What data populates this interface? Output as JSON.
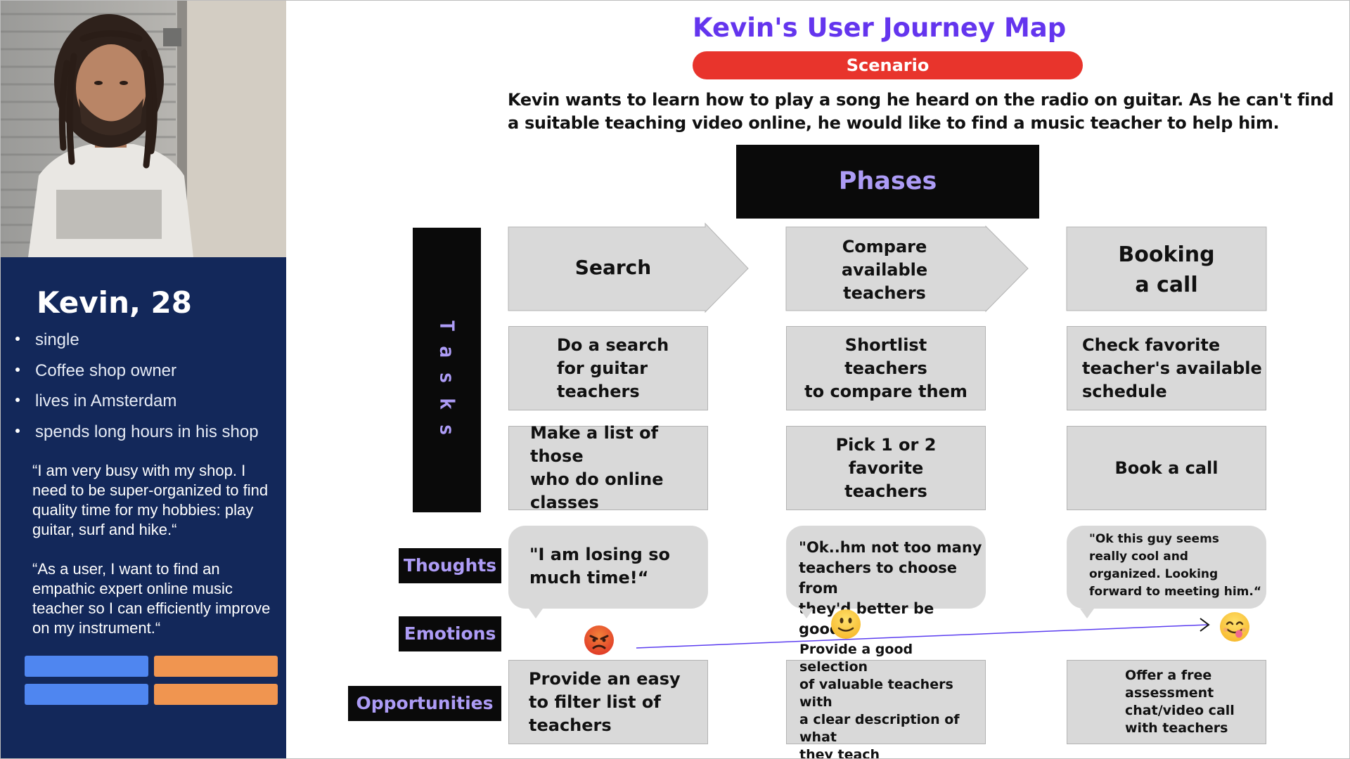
{
  "header": {
    "title": "Kevin's User Journey Map",
    "scenario_label": "Scenario",
    "scenario_lines": [
      "Kevin wants to learn how to play a song he heard on the radio on guitar. As he can't find",
      "a suitable teaching video online, he would like to find a music teacher to help him."
    ],
    "phases_label": "Phases"
  },
  "persona": {
    "name": "Kevin, 28",
    "traits": [
      "single",
      "Coffee shop owner",
      "lives in Amsterdam",
      "spends long hours in his shop"
    ],
    "quote_1": "“I am very busy with my shop. I need to be super-organized to find quality time for my hobbies: play guitar, surf and hike.“",
    "quote_2": "“As a user, I want to find an empathic expert online music teacher so I can efficiently improve on my instrument.“"
  },
  "row_labels": {
    "tasks": "Tasks",
    "thoughts": "Thoughts",
    "emotions": "Emotions",
    "opportunities": "Opportunities"
  },
  "phases": [
    "Search",
    "Compare\navailable\nteachers",
    "Booking\na call"
  ],
  "tasks_row_1": [
    "Do a search\nfor guitar\nteachers",
    "Shortlist\nteachers\nto compare them",
    "Check favorite\nteacher's available\nschedule"
  ],
  "tasks_row_2": [
    "Make a list of those\nwho do online\nclasses",
    "Pick 1 or 2\nfavorite\nteachers",
    "Book a call"
  ],
  "thoughts": [
    "\"I am losing so\nmuch  time!“",
    "\"Ok..hm not too many\nteachers to choose from\nthey'd better be good.\"",
    "\"Ok this guy seems\nreally cool and\norganized. Looking\nforward to meeting him.“"
  ],
  "emotions": [
    "angry-face-icon",
    "slightly-smiling-face-icon",
    "face-savoring-food-icon"
  ],
  "opportunities": [
    "Provide an easy\nto filter list of\nteachers",
    "Provide a good selection\nof valuable teachers with\na clear description of what\nthey teach",
    "Offer a free\nassessment\nchat/video call\nwith teachers"
  ],
  "colors": {
    "title": "#6435ee",
    "scenario_pill": "#e8342c",
    "label_text": "#ad9cf6",
    "persona_bg": "#13285a",
    "card_bg": "#d9d9d9",
    "bar_blue": "#4f86f0",
    "bar_orange": "#f09550",
    "emotion_line": "#5b3df0"
  }
}
